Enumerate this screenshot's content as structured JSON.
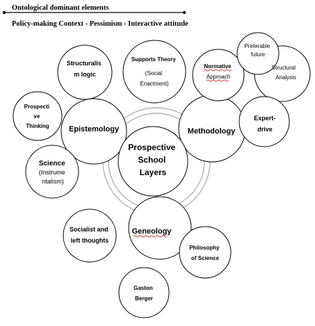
{
  "header": {
    "title": "Ontological dominant elements",
    "subtitle": "Policy-making Context - Pessimism - Interactive attitude"
  },
  "nodes": {
    "center": [
      "Prospective",
      "School",
      "Layers"
    ],
    "epistemology": [
      "Epistemology"
    ],
    "methodology": [
      "Methodology"
    ],
    "geneology": [
      "Geneology"
    ],
    "structuralism_logic": [
      "Structuralis",
      "m logic"
    ],
    "supports_theory": [
      "Supports Theory",
      "(Social",
      "Enactment)"
    ],
    "normative_approach": [
      "Normative",
      "Approach"
    ],
    "preferable_future": [
      "Preferable",
      "future"
    ],
    "structural_analysis": [
      "Structural",
      "Analysis"
    ],
    "prospective_thinking": [
      "Prospecti",
      "ve",
      "Thinking"
    ],
    "expert_drive": [
      "Expert-",
      "drive"
    ],
    "science": [
      "Science",
      "(Instrume",
      "ntalism)"
    ],
    "socialist": [
      "Socialist and",
      "left thoughts"
    ],
    "philosophy": [
      "Philosophy",
      "of Science"
    ],
    "gaston": [
      "Gaston",
      "Berger"
    ]
  }
}
